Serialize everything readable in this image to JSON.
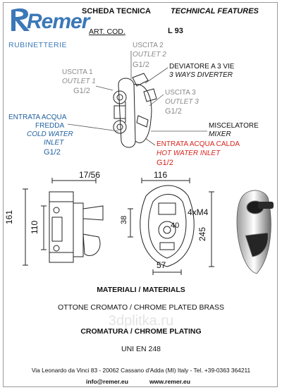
{
  "brand": {
    "logo_text": "Remer",
    "subtitle": "RUBINETTERIE",
    "color": "#3b78b7"
  },
  "header": {
    "title_it": "SCHEDA TECNICA",
    "title_en": "TECHNICAL FEATURES",
    "art_label": "ART. COD.",
    "art_code": "L 93"
  },
  "labels": {
    "uscita2_it": "USCITA 2",
    "uscita2_en": "OUTLET 2",
    "uscita2_size": "G1/2",
    "diverter_it": "DEVIATORE A 3 VIE",
    "diverter_en": "3 WAYS DIVERTER",
    "uscita1_it": "USCITA 1",
    "uscita1_en": "OUTLET 1",
    "uscita1_size": "G1/2",
    "uscita3_it": "USCITA 3",
    "uscita3_en": "OUTLET 3",
    "uscita3_size": "G1/2",
    "cold_it_1": "ENTRATA ACQUA",
    "cold_it_2": "FREDDA",
    "cold_en_1": "COLD WATER",
    "cold_en_2": "INLET",
    "cold_size": "G1/2",
    "mixer_it": "MISCELATORE",
    "mixer_en": "MIXER",
    "hot_it": "ENTRATA ACQUA CALDA",
    "hot_en": "HOT WATER INLET",
    "hot_size": "G1/2"
  },
  "dimensions": {
    "depth": "17/56",
    "width": "116",
    "height_161": "161",
    "height_110": "110",
    "d38": "38",
    "d40": "40",
    "screws": "4xM4",
    "height_245": "245",
    "d57": "57"
  },
  "materials": {
    "heading": "MATERIALI / MATERIALS",
    "value": "OTTONE CROMATO / CHROME PLATED BRASS",
    "plating_heading": "CROMATURA / CHROME PLATING",
    "standard": "UNI EN 248"
  },
  "footer": {
    "address": "Via Leonardo da Vinci 83 - 20062 Cassano d'Adda (MI) Italy - Tel. +39-0363 364211",
    "email": "info@remer.eu",
    "website": "www.remer.eu"
  },
  "watermark": "3dplitka.ru",
  "colors": {
    "gray_label": "#8a8a8a",
    "blue_label": "#1f5f9f",
    "red_label": "#d7261e"
  }
}
